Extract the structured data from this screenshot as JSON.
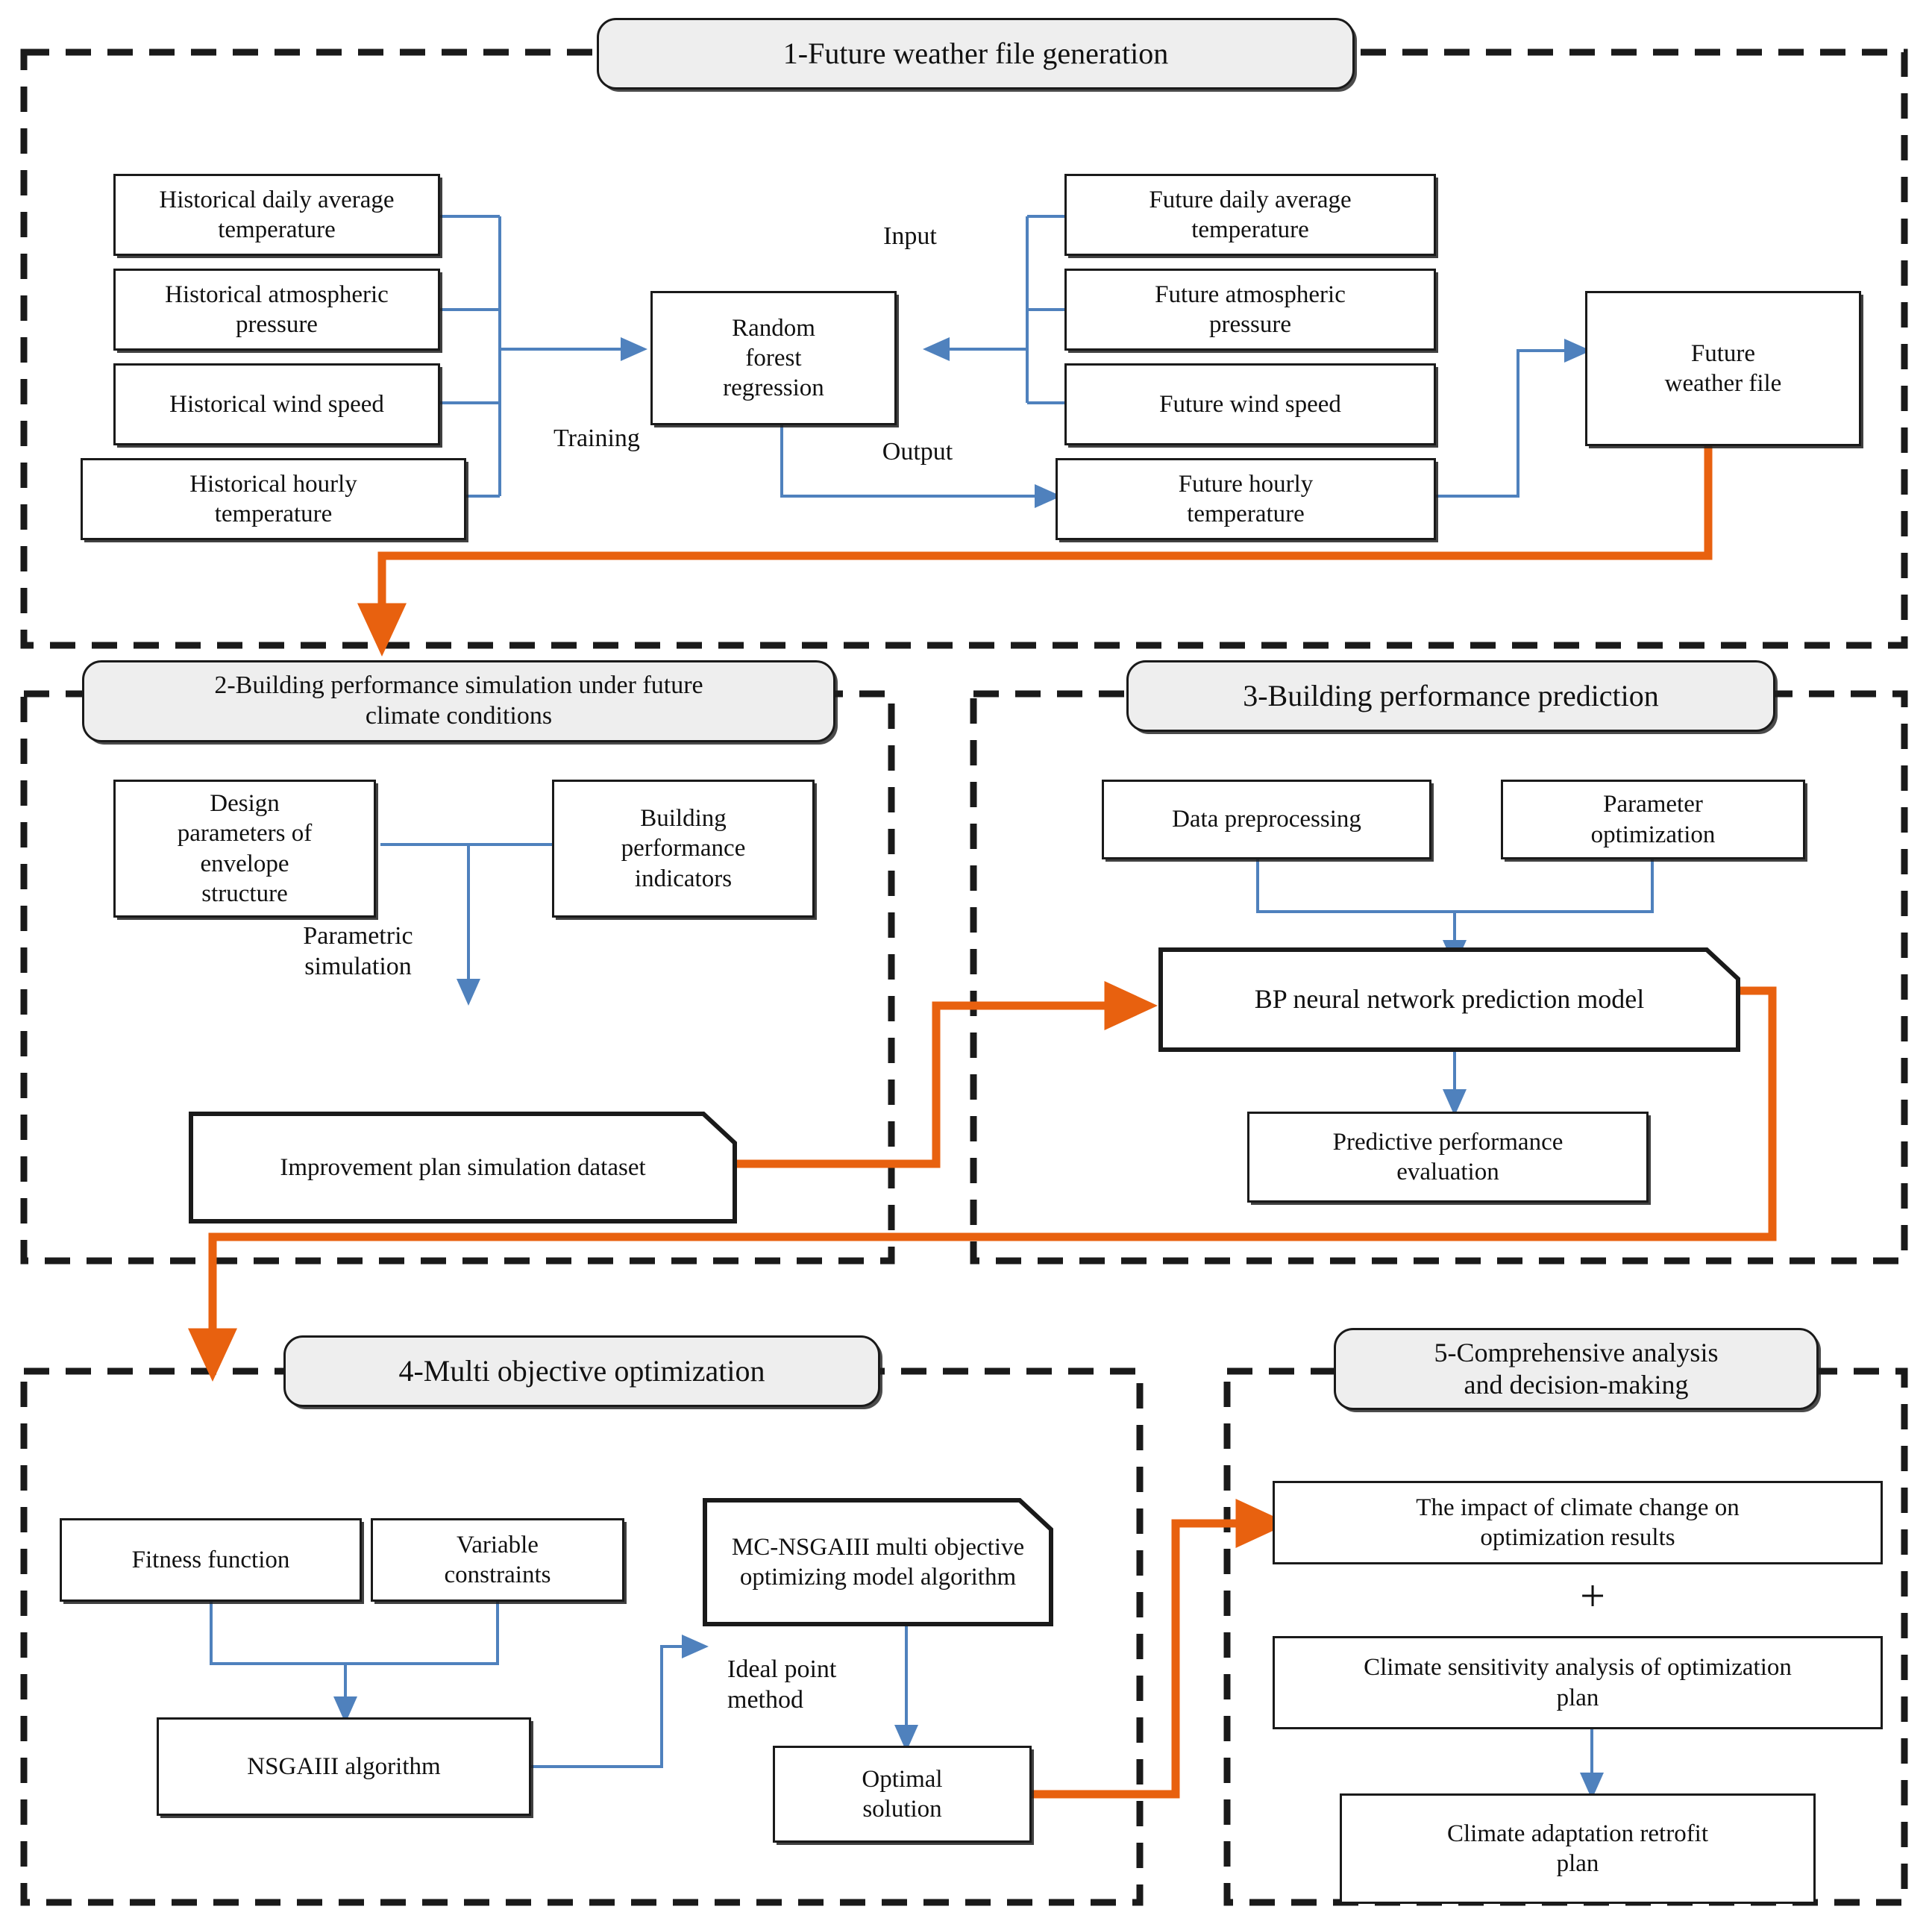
{
  "figure": {
    "type": "flowchart",
    "accent_blue": "#4f81bd",
    "accent_orange": "#e8610f",
    "panel_border": "#1a1a1a",
    "panel_title_fill": "#eeeeee"
  },
  "panels": [
    {
      "id": "panel1",
      "title": "1-Future weather file generation",
      "nodes": [
        {
          "key": "hist_daily_temp",
          "label": "Historical daily average\ntemperature"
        },
        {
          "key": "hist_pressure",
          "label": "Historical atmospheric\npressure"
        },
        {
          "key": "hist_wind",
          "label": "Historical wind speed"
        },
        {
          "key": "hist_hourly_temp",
          "label": "Historical hourly\ntemperature"
        },
        {
          "key": "random_forest",
          "label": "Random\nforest\nregression"
        },
        {
          "key": "future_daily_temp",
          "label": "Future daily average\ntemperature"
        },
        {
          "key": "future_pressure",
          "label": "Future atmospheric\npressure"
        },
        {
          "key": "future_wind",
          "label": "Future wind speed"
        },
        {
          "key": "future_hourly_temp",
          "label": "Future hourly\ntemperature"
        },
        {
          "key": "future_weather_file",
          "label": "Future\nweather file"
        }
      ],
      "edge_labels": [
        {
          "key": "training",
          "label": "Training"
        },
        {
          "key": "input",
          "label": "Input"
        },
        {
          "key": "output",
          "label": "Output"
        }
      ]
    },
    {
      "id": "panel2",
      "title": "2-Building performance simulation under future\nclimate conditions",
      "nodes": [
        {
          "key": "design_params",
          "label": "Design\nparameters of\nenvelope\nstructure"
        },
        {
          "key": "performance_indicators",
          "label": "Building\nperformance\nindicators"
        },
        {
          "key": "improvement_dataset",
          "label": "Improvement plan simulation dataset"
        }
      ],
      "edge_labels": [
        {
          "key": "parametric_simulation",
          "label": "Parametric\nsimulation"
        }
      ]
    },
    {
      "id": "panel3",
      "title": "3-Building performance prediction",
      "nodes": [
        {
          "key": "data_preprocessing",
          "label": "Data preprocessing"
        },
        {
          "key": "parameter_optimization",
          "label": "Parameter\noptimization"
        },
        {
          "key": "bp_model",
          "label": "BP neural network prediction model"
        },
        {
          "key": "predictive_evaluation",
          "label": "Predictive performance\nevaluation"
        }
      ],
      "edge_labels": []
    },
    {
      "id": "panel4",
      "title": "4-Multi objective optimization",
      "nodes": [
        {
          "key": "fitness_function",
          "label": "Fitness function"
        },
        {
          "key": "variable_constraints",
          "label": "Variable\nconstraints"
        },
        {
          "key": "nsgaiii_algorithm",
          "label": "NSGAIII algorithm"
        },
        {
          "key": "mc_nsgaiii",
          "label": "MC-NSGAIII\nmulti objective optimizing\nmodel algorithm"
        },
        {
          "key": "optimal_solution",
          "label": "Optimal\nsolution"
        }
      ],
      "edge_labels": [
        {
          "key": "ideal_point_method",
          "label": "Ideal point\nmethod"
        }
      ]
    },
    {
      "id": "panel5",
      "title": "5-Comprehensive analysis\nand decision-making",
      "nodes": [
        {
          "key": "climate_impact",
          "label": "The impact of climate change on\noptimization results"
        },
        {
          "key": "sensitivity_analysis",
          "label": "Climate sensitivity analysis of optimization\nplan"
        },
        {
          "key": "retrofit_plan",
          "label": "Climate adaptation retrofit\nplan"
        }
      ],
      "edge_labels": [
        {
          "key": "plus",
          "label": "+"
        }
      ]
    }
  ]
}
